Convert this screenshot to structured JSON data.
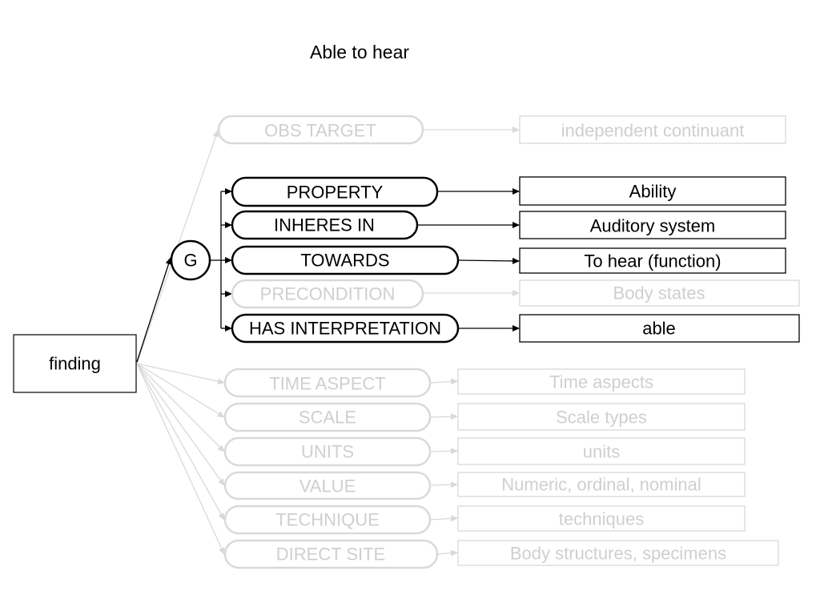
{
  "title": "Able to hear",
  "root": {
    "label": "finding"
  },
  "group": {
    "label": "G"
  },
  "colors": {
    "active": "#000000",
    "inactive": "#d9d9d9"
  },
  "top_attributes": [
    {
      "label": "OBS TARGET",
      "value": "independent continuant",
      "active": false
    }
  ],
  "group_attributes": [
    {
      "label": "PROPERTY",
      "value": "Ability",
      "active": true
    },
    {
      "label": "INHERES IN",
      "value": "Auditory system",
      "active": true
    },
    {
      "label": "TOWARDS",
      "value": "To hear (function)",
      "active": true
    },
    {
      "label": "PRECONDITION",
      "value": "Body states",
      "active": false
    },
    {
      "label": "HAS INTERPRETATION",
      "value": "able",
      "active": true
    }
  ],
  "bottom_attributes": [
    {
      "label": "TIME ASPECT",
      "value": "Time aspects",
      "active": false
    },
    {
      "label": "SCALE",
      "value": "Scale types",
      "active": false
    },
    {
      "label": "UNITS",
      "value": "units",
      "active": false
    },
    {
      "label": "VALUE",
      "value": "Numeric, ordinal, nominal",
      "active": false
    },
    {
      "label": "TECHNIQUE",
      "value": "techniques",
      "active": false
    },
    {
      "label": "DIRECT SITE",
      "value": "Body structures, specimens",
      "active": false
    }
  ]
}
